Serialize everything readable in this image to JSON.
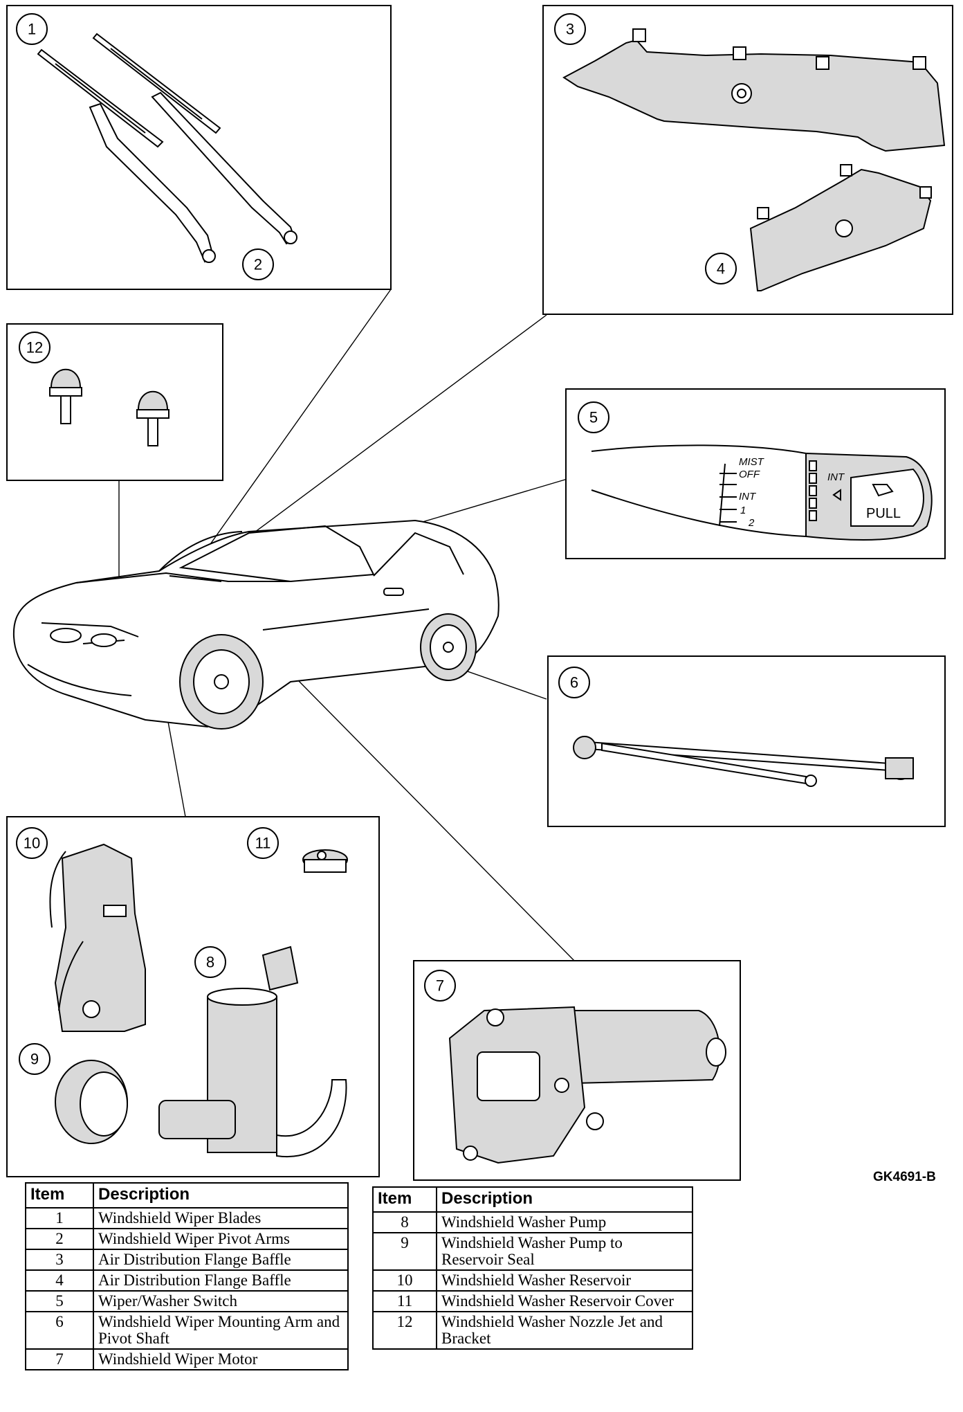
{
  "figure_code": "GK4691-B",
  "callouts": [
    "1",
    "2",
    "3",
    "4",
    "5",
    "6",
    "7",
    "8",
    "9",
    "10",
    "11",
    "12"
  ],
  "switch_labels": {
    "mist": "MIST",
    "off": "OFF",
    "int_low": "INT",
    "one": "1",
    "two": "2",
    "int": "INT",
    "pull": "PULL"
  },
  "legend_headers": {
    "item": "Item",
    "description": "Description"
  },
  "legend_left": [
    {
      "item": "1",
      "description": "Windshield Wiper Blades"
    },
    {
      "item": "2",
      "description": "Windshield Wiper Pivot Arms"
    },
    {
      "item": "3",
      "description": "Air Distribution Flange Baffle"
    },
    {
      "item": "4",
      "description": "Air Distribution Flange Baffle"
    },
    {
      "item": "5",
      "description": "Wiper/Washer Switch"
    },
    {
      "item": "6",
      "description": "Windshield Wiper Mounting Arm and Pivot Shaft"
    },
    {
      "item": "7",
      "description": "Windshield Wiper Motor"
    }
  ],
  "legend_right": [
    {
      "item": "8",
      "description": "Windshield Washer Pump"
    },
    {
      "item": "9",
      "description": "Windshield Washer Pump to Reservoir Seal"
    },
    {
      "item": "10",
      "description": "Windshield Washer Reservoir"
    },
    {
      "item": "11",
      "description": "Windshield Washer Reservoir Cover"
    },
    {
      "item": "12",
      "description": "Windshield Washer Nozzle Jet and Bracket"
    }
  ]
}
